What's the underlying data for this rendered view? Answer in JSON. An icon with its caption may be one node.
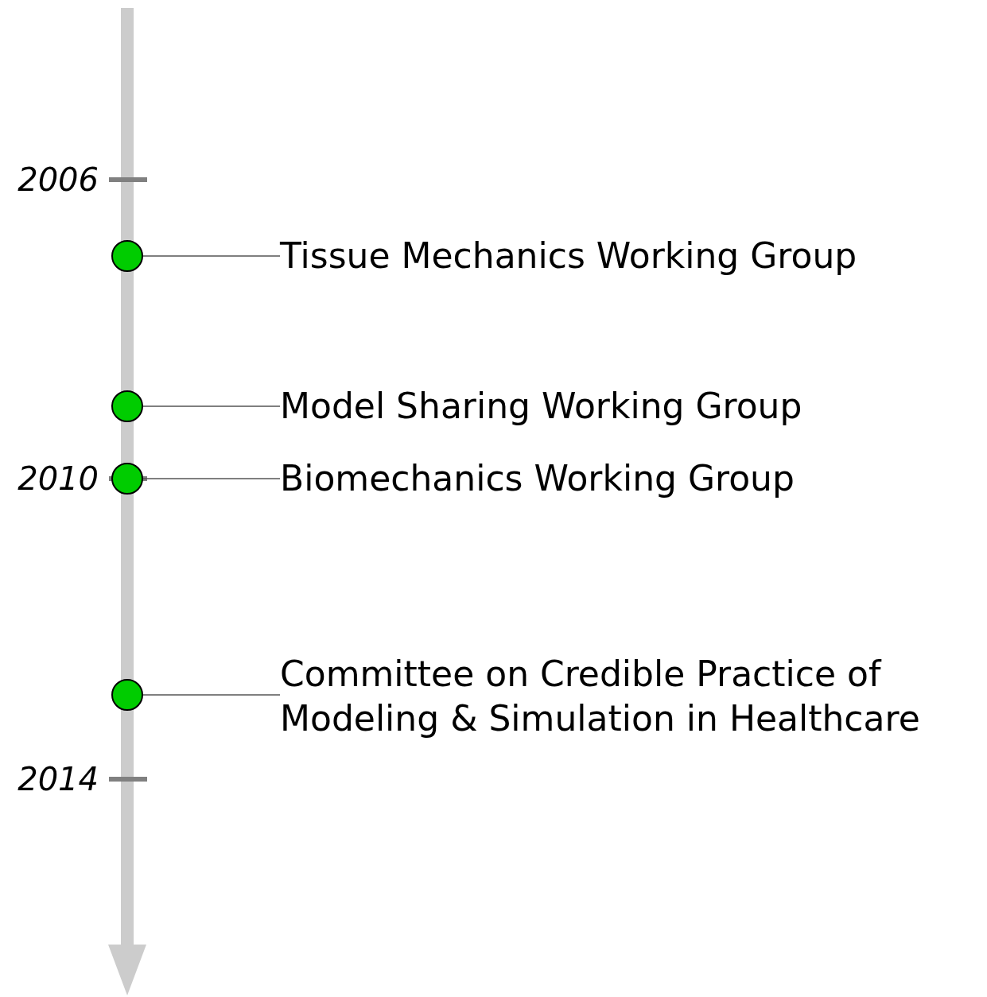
{
  "diagram": {
    "nodes": [
      {
        "text": [],
        "shape": "circle"
      },
      {
        "text": [
          "Tissue Mechanics Working Group"
        ]
      },
      {
        "text": [],
        "shape": "circle"
      },
      {
        "text": [
          "Model Sharing Working Group"
        ]
      },
      {
        "text": [],
        "shape": "circle"
      },
      {
        "text": [
          "Biomechanics Working Group"
        ]
      },
      {
        "text": [],
        "shape": "circle"
      },
      {
        "text": [
          "Committee on Credible Practice of Modeling & Simulation in Healthcare"
        ]
      }
    ],
    "edges": [
      {
        "from": 1,
        "to": 0,
        "arrow": "none"
      },
      {
        "from": 3,
        "to": 2,
        "arrow": "none"
      },
      {
        "from": 5,
        "to": 4,
        "arrow": "none"
      },
      {
        "from": 7,
        "to": 6,
        "arrow": "none"
      }
    ],
    "labels": [
      "2006",
      "2010",
      "2014"
    ]
  }
}
